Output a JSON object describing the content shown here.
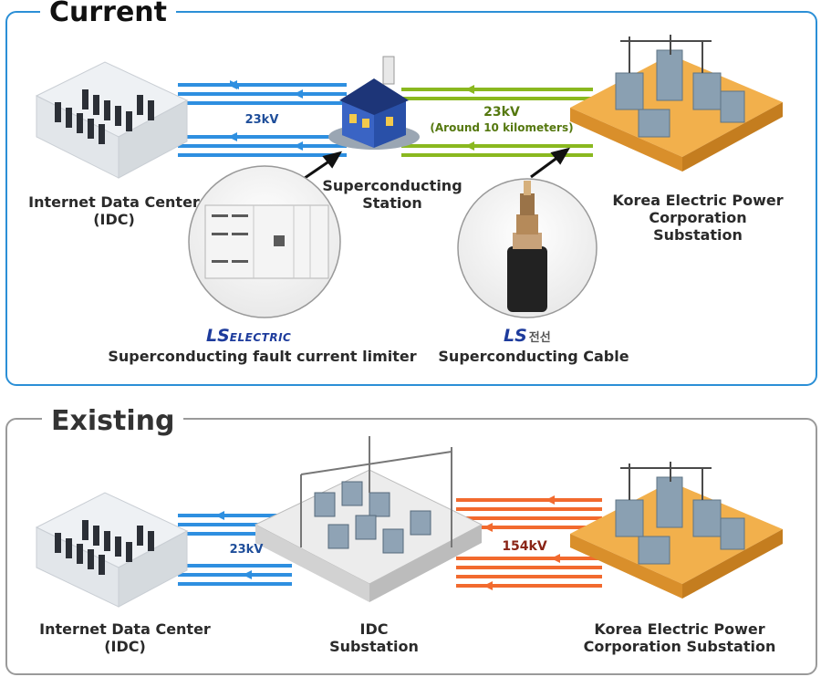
{
  "current": {
    "title": "Current",
    "idc_label": "Internet Data Center\n(IDC)",
    "station_label": "Superconducting\nStation",
    "kepco_label": "Korea Electric Power\nCorporation\nSubstation",
    "voltage_idc": "23kV",
    "voltage_cable": "23kV",
    "voltage_cable_note": "(Around 10 kilometers)",
    "limiter_brand_ls": "LS",
    "limiter_brand_rest": "ELECTRIC",
    "limiter_label": "Superconducting fault current limiter",
    "cable_brand_ls": "LS",
    "cable_brand_rest": "전선",
    "cable_label": "Superconducting Cable",
    "colors": {
      "blue_line": "#2e8fe0",
      "green_line": "#8ab81f",
      "frame": "#2b8fd6"
    }
  },
  "existing": {
    "title": "Existing",
    "idc_label": "Internet Data Center\n(IDC)",
    "substation_label": "IDC\nSubstation",
    "kepco_label": "Korea Electric Power\nCorporation Substation",
    "voltage_idc": "23kV",
    "voltage_kepco": "154kV",
    "colors": {
      "blue_line": "#2e8fe0",
      "orange_line": "#f26a2e",
      "frame": "#9a9a9a"
    }
  }
}
